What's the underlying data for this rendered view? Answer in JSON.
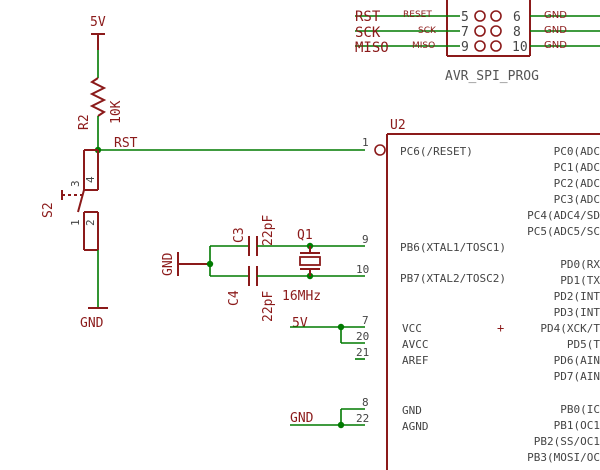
{
  "power": {
    "vcc_label": "5V",
    "gnd_left": "GND",
    "gnd_crystal": "GND"
  },
  "r2": {
    "name": "R2",
    "value": "10K"
  },
  "s2": {
    "name": "S2",
    "pins": [
      "3",
      "4",
      "1",
      "2"
    ]
  },
  "rst_net": "RST",
  "crystal": {
    "c3_name": "C3",
    "c3_value": "22pF",
    "c4_name": "C4",
    "c4_value": "22pF",
    "q_name": "Q1",
    "q_value": "16MHz"
  },
  "header": {
    "name": "AVR_SPI_PROG",
    "left_nets": [
      "RST",
      "SCK",
      "MISO"
    ],
    "left_labels": [
      "RESET",
      "SCK",
      "MISO"
    ],
    "left_pins": [
      "5",
      "7",
      "9"
    ],
    "right_pins": [
      "6",
      "8",
      "10"
    ],
    "right_nets": [
      "GND",
      "GND",
      "GND"
    ]
  },
  "nets": {
    "vcc_5v": "5V",
    "gnd_bottom": "GND"
  },
  "ic": {
    "name": "U2",
    "pin_numbers": [
      "1",
      "9",
      "10",
      "7",
      "20",
      "21",
      "8",
      "22"
    ],
    "left_pins": [
      "PC6(/RESET)",
      "PB6(XTAL1/TOSC1)",
      "PB7(XTAL2/TOSC2)",
      "VCC",
      "AVCC",
      "AREF",
      "GND",
      "AGND"
    ],
    "right_pins": [
      "PC0(ADC",
      "PC1(ADC",
      "PC2(ADC",
      "PC3(ADC",
      "PC4(ADC4/SD",
      "PC5(ADC5/SC",
      "PD0(RX",
      "PD1(TX",
      "PD2(INT",
      "PD3(INT",
      "PD4(XCK/T",
      "PD5(T",
      "PD6(AIN",
      "PD7(AIN",
      "PB0(IC",
      "PB1(OC1",
      "PB2(SS/OC1",
      "PB3(MOSI/OC"
    ],
    "plus_mark": "+"
  }
}
